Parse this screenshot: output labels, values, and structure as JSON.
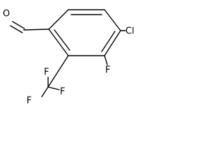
{
  "molecule": {
    "atoms": {
      "oxygen": "O",
      "chlorine": "Cl",
      "fluorine_ring": "F",
      "cf3_f_top": "F",
      "cf3_f_left": "F",
      "cf3_f_right": "F"
    }
  }
}
